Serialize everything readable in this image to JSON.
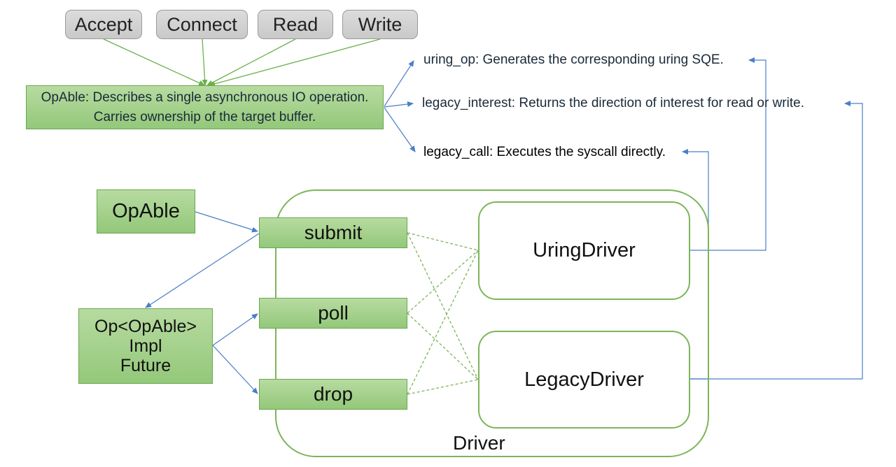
{
  "ops": [
    "Accept",
    "Connect",
    "Read",
    "Write"
  ],
  "opable_desc": {
    "line1": "OpAble: Describes a single asynchronous IO operation.",
    "line2": "Carries ownership of the target buffer."
  },
  "methods": {
    "uring_op": "uring_op: Generates the corresponding uring SQE.",
    "legacy_interest": "legacy_interest: Returns the direction of interest for read or write.",
    "legacy_call": "legacy_call: Executes the syscall directly."
  },
  "opable": "OpAble",
  "op_impl": {
    "line1": "Op<OpAble>",
    "line2": "Impl",
    "line3": "Future"
  },
  "driver_methods": [
    "submit",
    "poll",
    "drop"
  ],
  "drivers": {
    "uring": "UringDriver",
    "legacy": "LegacyDriver"
  },
  "driver_label": "Driver",
  "colors": {
    "green_line": "#6ab04c",
    "blue_line": "#4a7fc8",
    "driver_border": "#7cb55a"
  }
}
